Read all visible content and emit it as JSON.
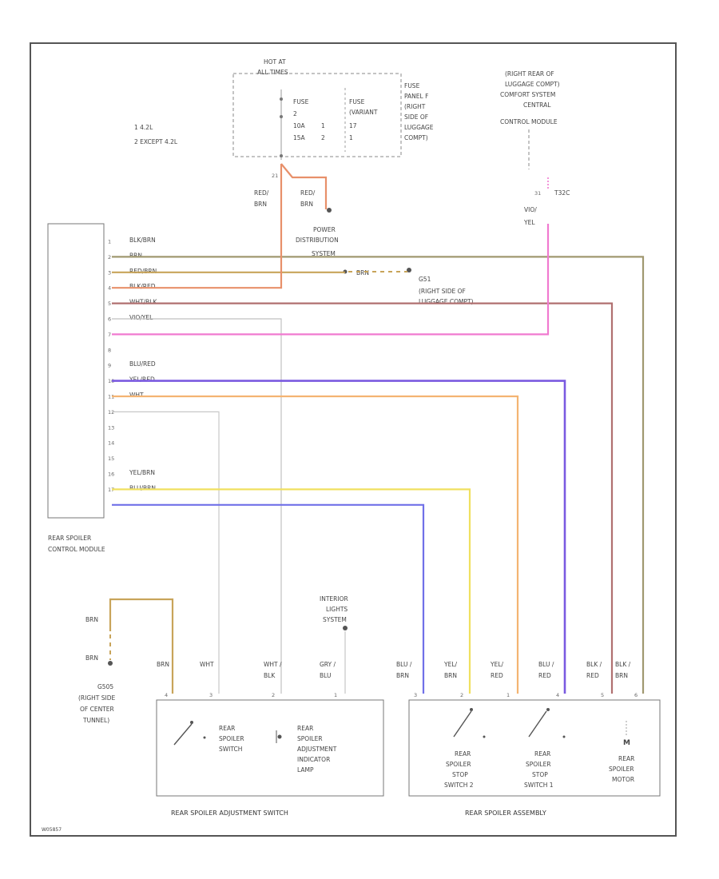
{
  "fuse_block": {
    "header": [
      "HOT AT",
      "ALL TIMES"
    ],
    "fuse": "FUSE",
    "fuse_num": "2",
    "amp1": "10A",
    "amp2": "15A",
    "num1": "1",
    "num2": "2",
    "fuse_label": [
      "FUSE",
      "(VARIANT"
    ],
    "fuse_label_num": "17",
    "fuse_label_num2": "1",
    "location": [
      "FUSE",
      "PANEL F",
      "(RIGHT",
      "SIDE OF",
      "LUGGAGE",
      "COMPT)"
    ],
    "pin": "21"
  },
  "legend": [
    "1  4.2L",
    "2  EXCEPT 4.2L"
  ],
  "comfort_module": {
    "label": [
      "(RIGHT REAR OF",
      "LUGGAGE COMPT)",
      "COMFORT SYSTEM",
      "CENTRAL",
      "CONTROL MODULE"
    ],
    "connector": "T32C",
    "pin": "31",
    "wire": [
      "VIO/",
      "YEL"
    ]
  },
  "power_dist": {
    "wire_left": [
      "RED/",
      "BRN"
    ],
    "wire_right": [
      "RED/",
      "BRN"
    ],
    "label": [
      "POWER",
      "DISTRIBUTION",
      "SYSTEM"
    ]
  },
  "ground_g51": {
    "name": "G51",
    "location": [
      "(RIGHT SIDE OF",
      "LUGGAGE COMPT)"
    ],
    "wire": "BRN"
  },
  "control_module": {
    "label": [
      "REAR SPOILER",
      "CONTROL MODULE"
    ],
    "pins": [
      {
        "num": "1",
        "wire": "BLK/BRN"
      },
      {
        "num": "2",
        "wire": "BRN"
      },
      {
        "num": "3",
        "wire": "RED/BRN"
      },
      {
        "num": "4",
        "wire": "BLK/RED"
      },
      {
        "num": "5",
        "wire": "WHT/BLK"
      },
      {
        "num": "6",
        "wire": "VIO/YEL"
      },
      {
        "num": "7",
        "wire": ""
      },
      {
        "num": "8",
        "wire": ""
      },
      {
        "num": "9",
        "wire": "BLU/RED"
      },
      {
        "num": "10",
        "wire": "YEL/RED"
      },
      {
        "num": "11",
        "wire": "WHT"
      },
      {
        "num": "12",
        "wire": ""
      },
      {
        "num": "13",
        "wire": ""
      },
      {
        "num": "14",
        "wire": ""
      },
      {
        "num": "15",
        "wire": ""
      },
      {
        "num": "16",
        "wire": "YEL/BRN"
      },
      {
        "num": "17",
        "wire": "BLU/BRN"
      }
    ]
  },
  "interior_lights": [
    "INTERIOR",
    "LIGHTS",
    "SYSTEM"
  ],
  "ground_g505": {
    "name": "G505",
    "location": [
      "(RIGHT SIDE",
      "OF CENTER",
      "TUNNEL)"
    ],
    "wire_top": "BRN",
    "wire_bottom": "BRN"
  },
  "bottom_wires": [
    [
      "BRN"
    ],
    [
      "WHT"
    ],
    [
      "WHT /",
      "BLK"
    ],
    [
      "GRY /",
      "BLU"
    ],
    [
      "BLU /",
      "BRN"
    ],
    [
      "YEL/",
      "BRN"
    ],
    [
      "YEL/",
      "RED"
    ],
    [
      "BLU /",
      "RED"
    ],
    [
      "BLK /",
      "RED"
    ],
    [
      "BLK /",
      "BRN"
    ]
  ],
  "bottom_pins": [
    "4",
    "3",
    "2",
    "1",
    "3",
    "2",
    "1",
    "4",
    "5",
    "6"
  ],
  "adj_switch": {
    "title": "REAR SPOILER ADJUSTMENT SWITCH",
    "switch_label": [
      "REAR",
      "SPOILER",
      "SWITCH"
    ],
    "lamp_label": [
      "REAR",
      "SPOILER",
      "ADJUSTMENT",
      "INDICATOR",
      "LAMP"
    ]
  },
  "spoiler_assembly": {
    "title": "REAR SPOILER ASSEMBLY",
    "switch2": [
      "REAR",
      "SPOILER",
      "STOP",
      "SWITCH 2"
    ],
    "switch1": [
      "REAR",
      "SPOILER",
      "STOP",
      "SWITCH 1"
    ],
    "motor": [
      "REAR",
      "SPOILER",
      "MOTOR"
    ],
    "motor_symbol": "M"
  },
  "code": "W05857",
  "colors": {
    "border": "#555555",
    "blk_brn": "#a09870",
    "brn": "#c8a45a",
    "red_brn": "#e8906a",
    "blk_red": "#b07070",
    "wht_blk": "#c0c0c0",
    "vio_yel": "#f07ad0",
    "blu_red": "#7a5ae0",
    "yel_red": "#f4b472",
    "wht": "#c8c8c8",
    "yel_brn": "#f0e060",
    "blu_brn": "#7070e8"
  }
}
